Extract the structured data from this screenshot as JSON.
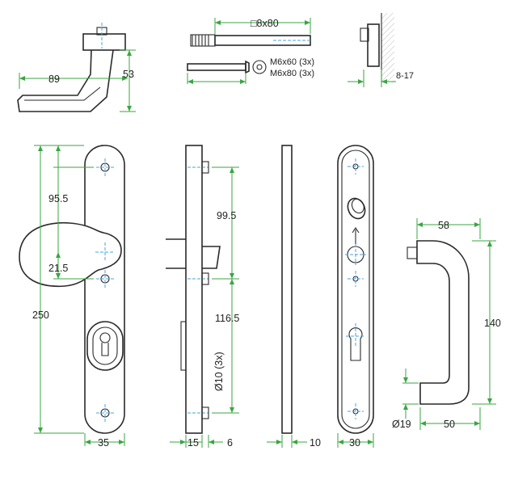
{
  "labels": {
    "handle_width": "89",
    "handle_height": "53",
    "spindle": "□8x80",
    "screw_a": "M6x60 (3x)",
    "screw_b": "M6x80 (3x)",
    "door_thickness": "8-17",
    "hole_dist_1": "95.5",
    "offset": "21.5",
    "total_height": "250",
    "plate_width_front": "35",
    "hole_dist_2": "99.5",
    "hole_dist_3": "116.5",
    "hole_diameter": "Ø10 (3x)",
    "side_thickness": "15",
    "side_offset": "6",
    "back_thickness": "10",
    "back_width": "30",
    "uhandle_width": "58",
    "uhandle_height": "140",
    "uhandle_depth": "50",
    "uhandle_diameter": "Ø19"
  },
  "colors": {
    "outline": "#2a2a2a",
    "dimension": "#3aa640",
    "centerline": "#4aa3df"
  }
}
